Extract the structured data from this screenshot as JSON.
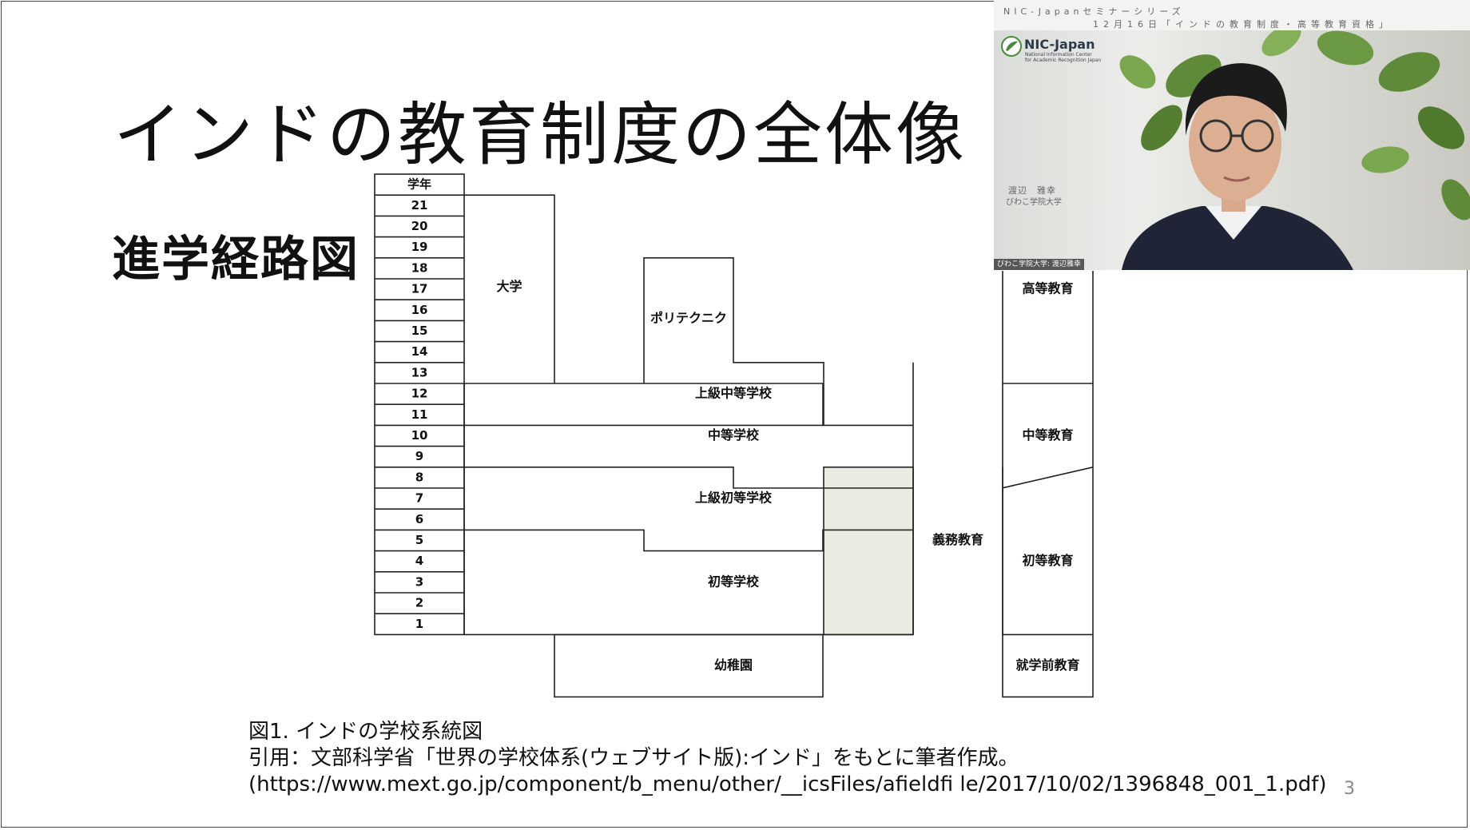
{
  "slide": {
    "title": "インドの教育制度の全体像",
    "subtitle": "進学経路図",
    "page_number": "3",
    "caption": {
      "line1": "図1. インドの学校系統図",
      "line2": "引用：文部科学省「世界の学校体系(ウェブサイト版):インド」をもとに筆者作成。",
      "line3": "(https://www.mext.go.jp/component/b_menu/other/__icsFiles/afieldfi le/2017/10/02/1396848_001_1.pdf)"
    }
  },
  "diagram": {
    "grade_header": "学年",
    "grades": [
      "21",
      "20",
      "19",
      "18",
      "17",
      "16",
      "15",
      "14",
      "13",
      "12",
      "11",
      "10",
      "9",
      "8",
      "7",
      "6",
      "5",
      "4",
      "3",
      "2",
      "1"
    ],
    "schools": {
      "university": "大学",
      "polytechnic": "ポリテクニク",
      "upper_secondary": "上級中等学校",
      "secondary": "中等学校",
      "upper_primary": "上級初等学校",
      "primary": "初等学校",
      "kindergarten": "幼稚園",
      "compulsory": "義務教育"
    },
    "stages": {
      "higher": "高等教育",
      "secondary": "中等教育",
      "primary": "初等教育",
      "preschool": "就学前教育"
    },
    "compulsory_fill": "#eaece2"
  },
  "video": {
    "series_title": "NIC-Japanセミナーシリーズ",
    "session_title": "12月16日「インドの教育制度・高等教育資格」",
    "logo_text": "NIC-Japan",
    "logo_sub1": "National Information Center",
    "logo_sub2": "for Academic Recognition Japan",
    "speaker_name": "渡辺　雅幸",
    "speaker_affiliation": "びわこ学院大学",
    "participant_label": "びわこ学院大学: 渡辺雅幸"
  }
}
